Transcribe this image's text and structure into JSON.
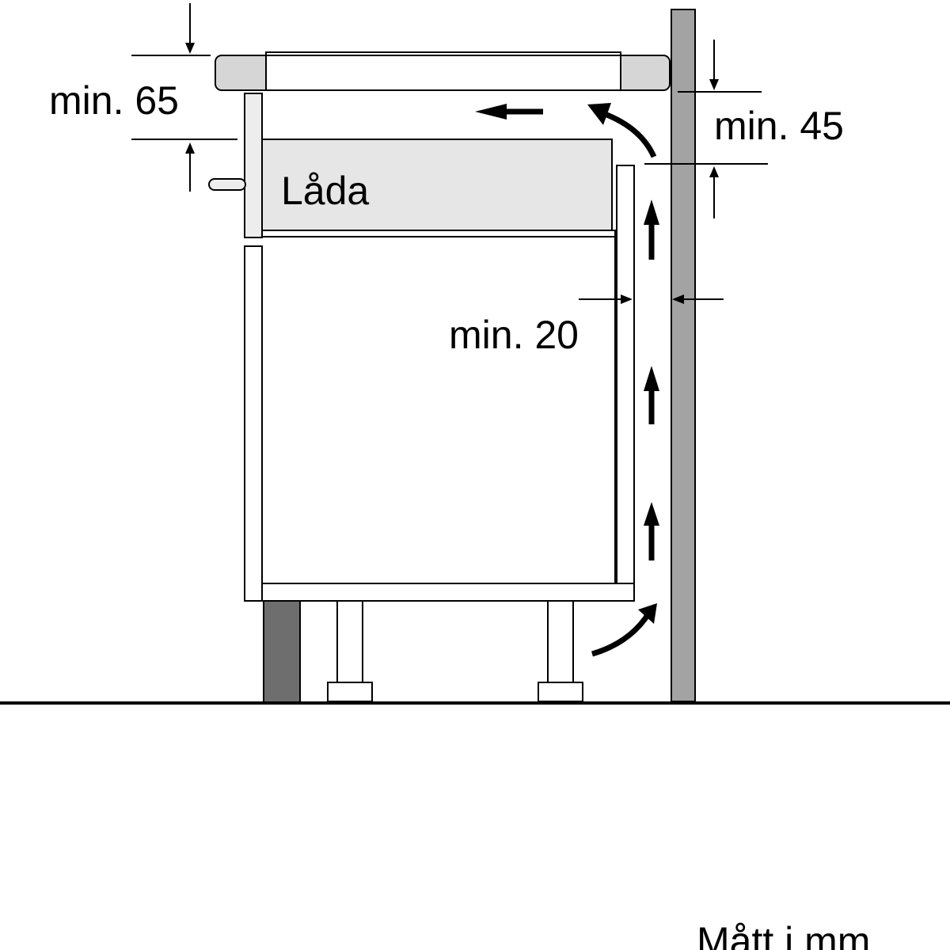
{
  "labels": {
    "min_65": "min. 65",
    "min_45": "min. 45",
    "min_20": "min. 20",
    "drawer": "Låda",
    "units_note": "Mått i mm"
  },
  "colors": {
    "wall": "#a3a3a3",
    "cabinet_side": "#6e6e6e",
    "hob_frame": "#d6d6d6",
    "drawer_fill": "#e6e6e6",
    "line": "#000000"
  }
}
